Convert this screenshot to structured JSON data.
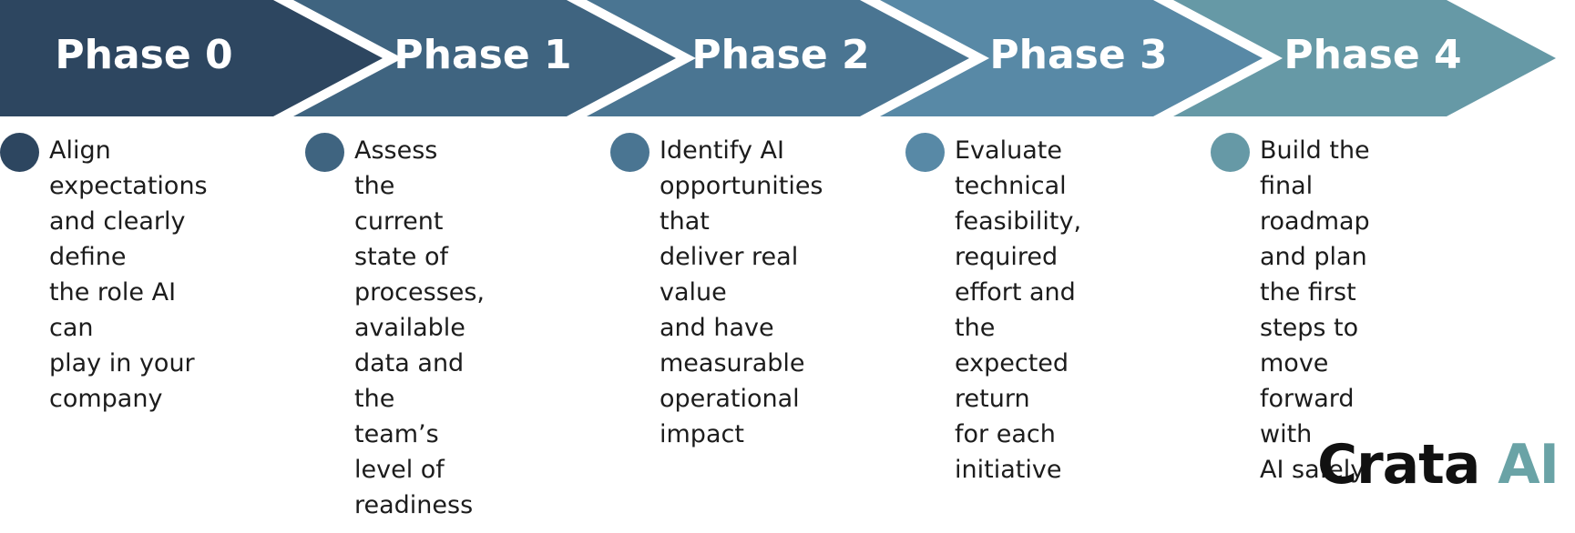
{
  "phases": [
    {
      "label": "Phase 0",
      "color": "#2d4660",
      "description": "Align expectations\nand clearly define\nthe role AI can\nplay in your\ncompany"
    },
    {
      "label": "Phase 1",
      "color": "#3f6480",
      "description": "Assess the current\nstate of processes,\navailable data and\nthe team’s level of\nreadiness"
    },
    {
      "label": "Phase 2",
      "color": "#4a7592",
      "description": "Identify AI\nopportunities that\ndeliver real value\nand have\nmeasurable\noperational impact"
    },
    {
      "label": "Phase 3",
      "color": "#5889a6",
      "description": "Evaluate technical\nfeasibility, required\neffort and the\nexpected return\nfor each initiative"
    },
    {
      "label": "Phase 4",
      "color": "#6699a6",
      "description": "Build the final\nroadmap and plan\nthe first steps to\nmove forward with\nAI safely"
    }
  ],
  "logo": {
    "word1": "Crata",
    "word2": "AI"
  }
}
